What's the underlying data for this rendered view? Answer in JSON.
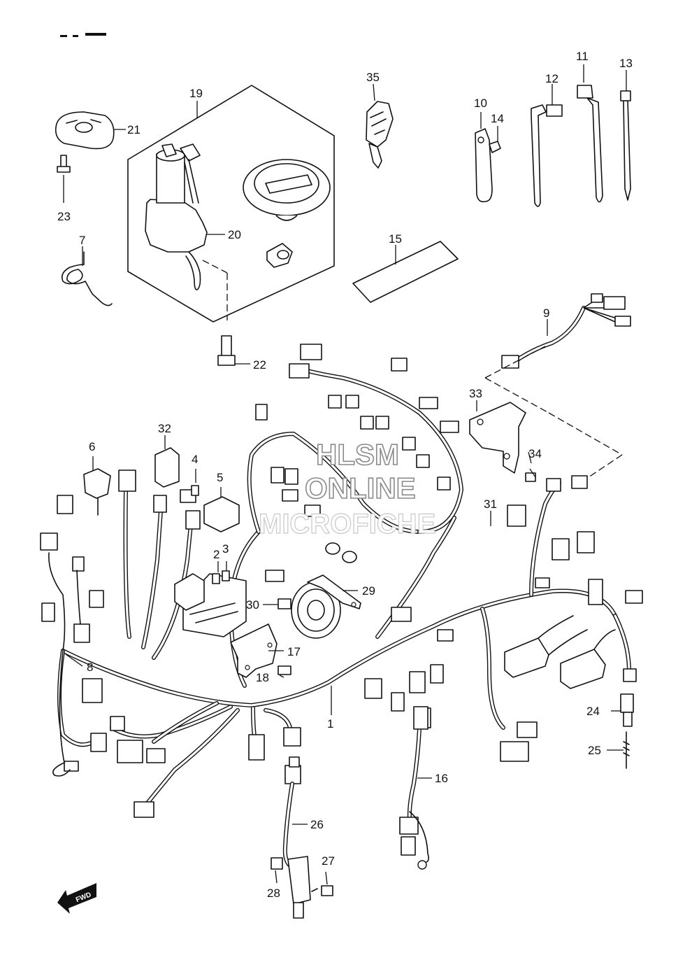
{
  "watermark": {
    "line1": "HLSM",
    "line2": "ONLINE",
    "line3": "MICROFICHE"
  },
  "fwd_label": "FWD",
  "callouts": [
    {
      "id": "1",
      "label": "1"
    },
    {
      "id": "2",
      "label": "2"
    },
    {
      "id": "3",
      "label": "3"
    },
    {
      "id": "4",
      "label": "4"
    },
    {
      "id": "5",
      "label": "5"
    },
    {
      "id": "6",
      "label": "6"
    },
    {
      "id": "7",
      "label": "7"
    },
    {
      "id": "8",
      "label": "8"
    },
    {
      "id": "9",
      "label": "9"
    },
    {
      "id": "10",
      "label": "10"
    },
    {
      "id": "11",
      "label": "11"
    },
    {
      "id": "12",
      "label": "12"
    },
    {
      "id": "13",
      "label": "13"
    },
    {
      "id": "14",
      "label": "14"
    },
    {
      "id": "15",
      "label": "15"
    },
    {
      "id": "16",
      "label": "16"
    },
    {
      "id": "17",
      "label": "17"
    },
    {
      "id": "18",
      "label": "18"
    },
    {
      "id": "19",
      "label": "19"
    },
    {
      "id": "20",
      "label": "20"
    },
    {
      "id": "21",
      "label": "21"
    },
    {
      "id": "22",
      "label": "22"
    },
    {
      "id": "23",
      "label": "23"
    },
    {
      "id": "24",
      "label": "24"
    },
    {
      "id": "25",
      "label": "25"
    },
    {
      "id": "26",
      "label": "26"
    },
    {
      "id": "27",
      "label": "27"
    },
    {
      "id": "28",
      "label": "28"
    },
    {
      "id": "29",
      "label": "29"
    },
    {
      "id": "30",
      "label": "30"
    },
    {
      "id": "31",
      "label": "31"
    },
    {
      "id": "32",
      "label": "32"
    },
    {
      "id": "33",
      "label": "33"
    },
    {
      "id": "34",
      "label": "34"
    },
    {
      "id": "35",
      "label": "35"
    }
  ]
}
